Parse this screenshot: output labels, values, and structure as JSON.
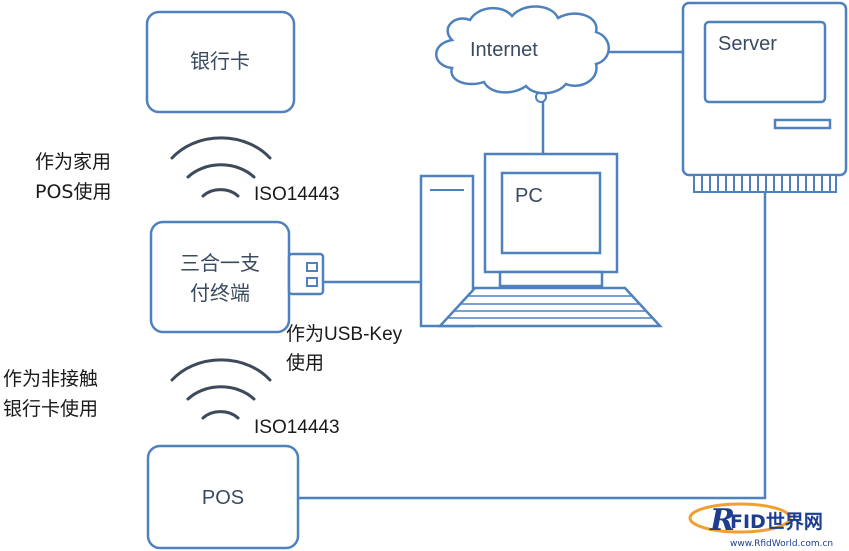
{
  "bank_card": {
    "label": "银行卡"
  },
  "terminal": {
    "line1": "三合一支",
    "line2": "付终端"
  },
  "pos": {
    "label": "POS"
  },
  "pc": {
    "label": "PC"
  },
  "internet": {
    "label": "Internet"
  },
  "server": {
    "label": "Server"
  },
  "left_top_note": {
    "line1": "作为家用",
    "line2": "POS使用"
  },
  "left_bottom_note": {
    "line1": "作为非接触",
    "line2": "银行卡使用"
  },
  "iso_top": {
    "label": "ISO14443"
  },
  "iso_bottom": {
    "label": "ISO14443"
  },
  "usb_note": {
    "line1": "作为USB-Key",
    "line2": "使用"
  },
  "watermark": {
    "brand": "RFID世界网",
    "site": "www.RfidWorld.com.cn"
  },
  "colors": {
    "outline": "#4f81bd",
    "wave": "#3d4a5c",
    "watermark_orange": "#f0a030",
    "watermark_blue": "#1d3d8f"
  }
}
